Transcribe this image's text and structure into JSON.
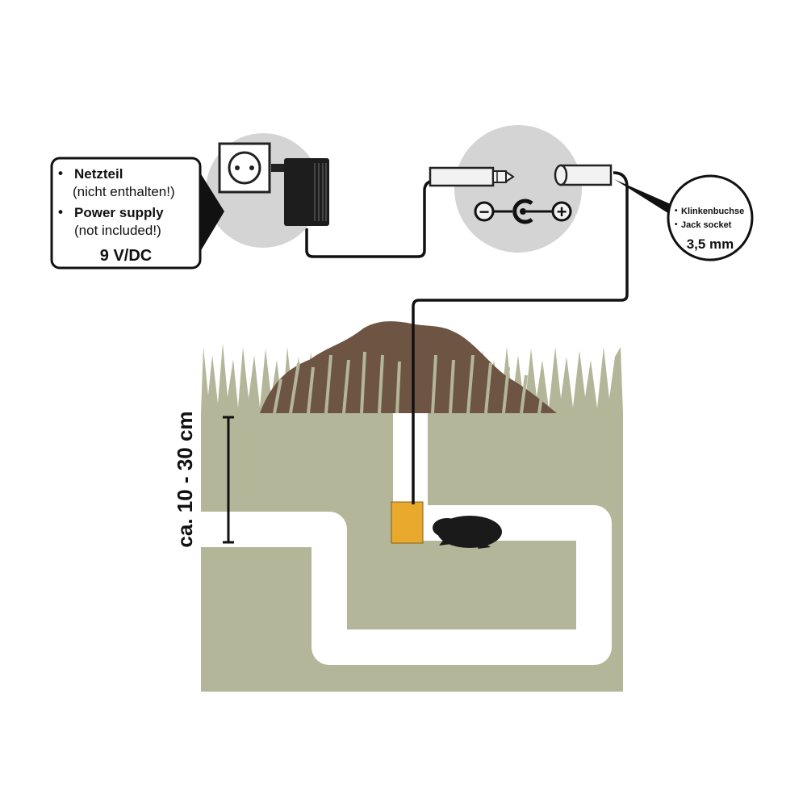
{
  "power_label": {
    "item1_bold": "Netzteil",
    "item1_sub": "(nicht enthalten!)",
    "item2_bold": "Power supply",
    "item2_sub": "(not included!)",
    "voltage": "9 V/DC"
  },
  "jack_label": {
    "line1": "Klinkenbuchse",
    "line2": "Jack socket",
    "size": "3,5 mm"
  },
  "polarity": {
    "minus": "−",
    "plus": "+"
  },
  "depth_label": "ca. 10 - 30 cm",
  "colors": {
    "soil": "#b3b698",
    "panel": "#d4d4d4",
    "molehill": "#6e5443",
    "device": "#e8a92c",
    "tunnel": "#ffffff"
  }
}
